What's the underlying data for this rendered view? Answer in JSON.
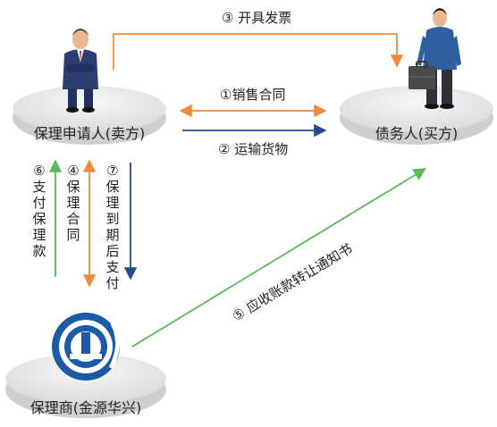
{
  "nodes": {
    "seller": {
      "label": "保理申请人(卖方)"
    },
    "buyer": {
      "label": "债务人(买方)"
    },
    "factor": {
      "label": "保理商(金源华兴)"
    }
  },
  "flows": {
    "invoice": "③ 开具发票",
    "sales_contract": "①销售合同",
    "goods": "② 运输货物",
    "pay_factoring": "⑥支付保理款",
    "factoring_contract": "④保理合同",
    "maturity_payment": "⑦保理到期后支付",
    "transfer_notice": "⑤ 应收账款转让通知书"
  },
  "colors": {
    "orange": "#f08a3c",
    "blue": "#1f4e8c",
    "green": "#5cb85c",
    "logo_blue": "#1a5aa6"
  }
}
